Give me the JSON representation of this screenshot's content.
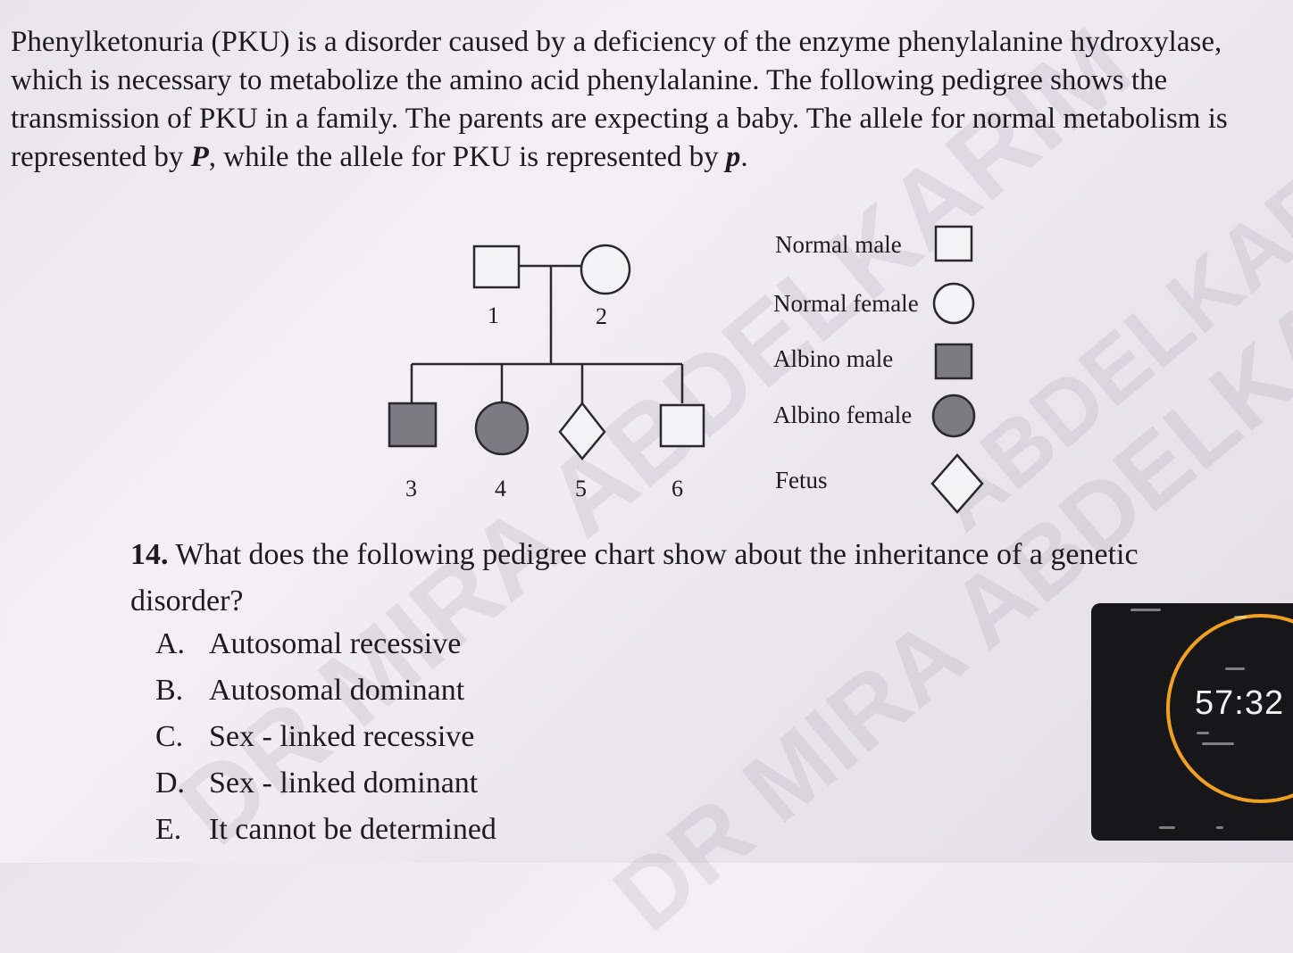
{
  "intro": {
    "part1": "Phenylketonuria (PKU) is a disorder caused by a deficiency of the enzyme phenylalanine hydroxylase, which is necessary to metabolize the amino acid phenylalanine. The following pedigree shows the transmission of PKU in a family. The parents are expecting a baby. The allele for normal metabolism is represented by ",
    "allele_normal": "P",
    "part2": ", while the allele for PKU is represented by ",
    "allele_pku": "p",
    "part3": "."
  },
  "pedigree": {
    "individuals": [
      {
        "id": "1",
        "symbol": "normal-male"
      },
      {
        "id": "2",
        "symbol": "normal-female"
      },
      {
        "id": "3",
        "symbol": "albino-male"
      },
      {
        "id": "4",
        "symbol": "albino-female"
      },
      {
        "id": "5",
        "symbol": "fetus"
      },
      {
        "id": "6",
        "symbol": "normal-male"
      }
    ]
  },
  "legend": [
    {
      "label": "Normal male",
      "symbol": "square-empty"
    },
    {
      "label": "Normal female",
      "symbol": "circle-empty"
    },
    {
      "label": "Albino male",
      "symbol": "square-filled"
    },
    {
      "label": "Albino female",
      "symbol": "circle-filled"
    },
    {
      "label": "Fetus",
      "symbol": "diamond"
    }
  ],
  "question": {
    "number": "14.",
    "text": "What does the following pedigree chart show about the inheritance of a genetic disorder?"
  },
  "options": [
    {
      "letter": "A.",
      "text": "Autosomal recessive"
    },
    {
      "letter": "B.",
      "text": "Autosomal dominant"
    },
    {
      "letter": "C.",
      "text": "Sex - linked recessive"
    },
    {
      "letter": "D.",
      "text": "Sex - linked dominant"
    },
    {
      "letter": "E.",
      "text": "It cannot be determined"
    }
  ],
  "timer": {
    "time": "57:32"
  },
  "colors": {
    "affected_fill": "#7c7a82",
    "line": "#2a2730",
    "timer_ring": "#f0a020",
    "timer_bg": "#17171a"
  }
}
